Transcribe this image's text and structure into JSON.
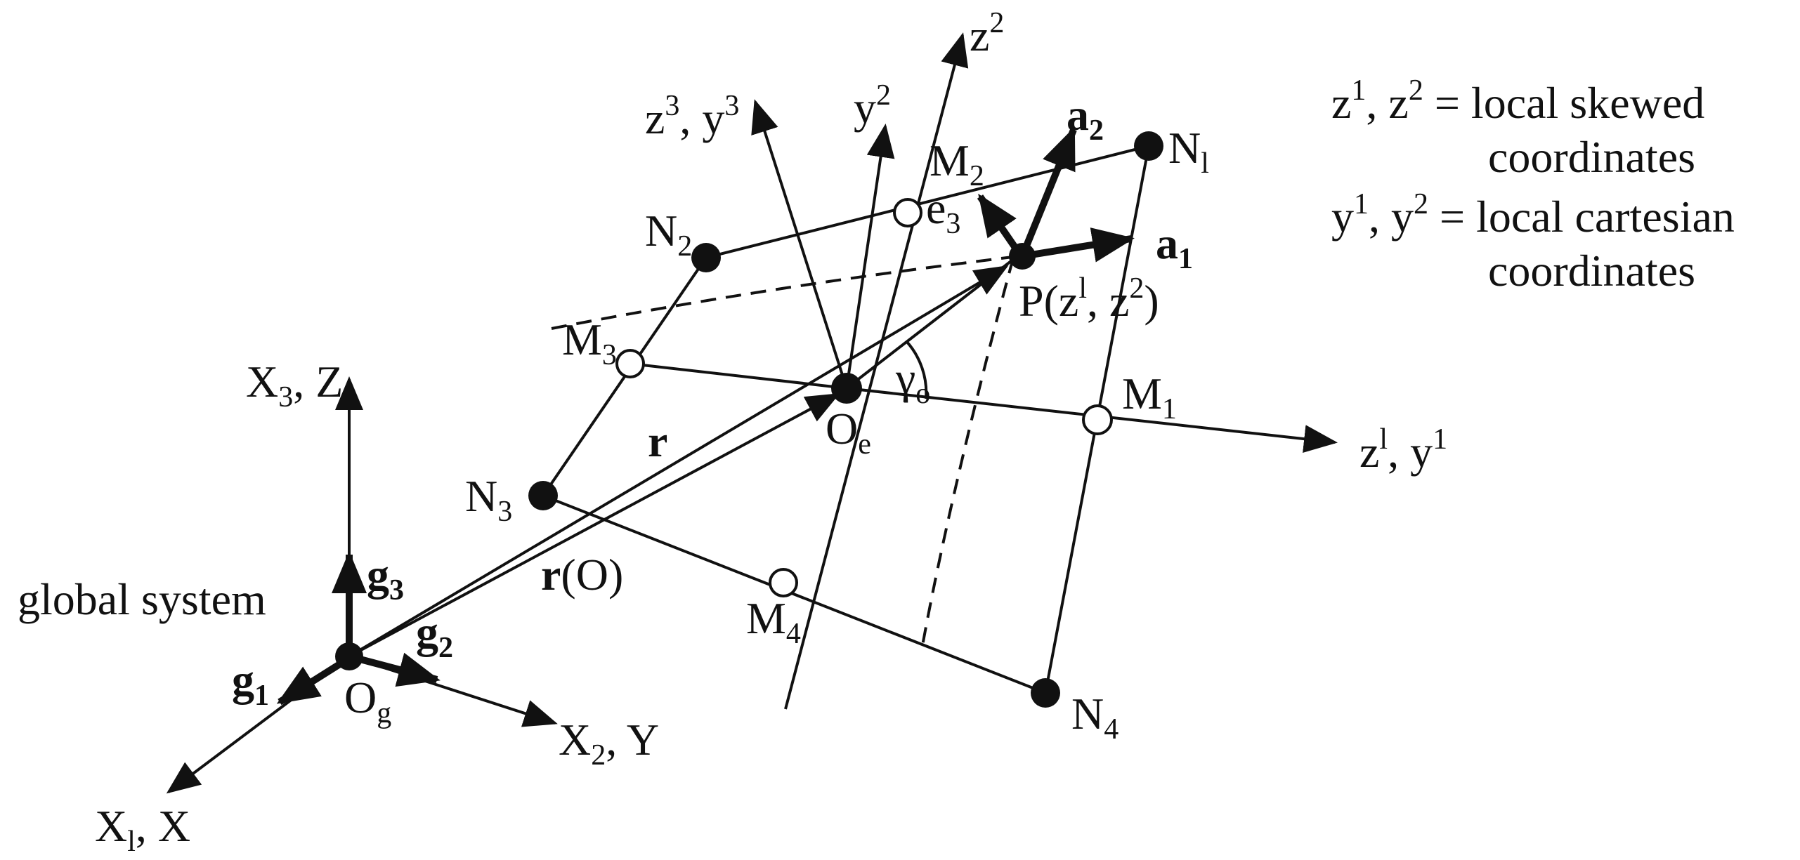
{
  "legend": {
    "line1_lhs_a": "z",
    "line1_lhs_a_sup": "1",
    "line1_sep": ", ",
    "line1_lhs_b": "z",
    "line1_lhs_b_sup": "2",
    "line1_eq": " = ",
    "line1_text": "local skewed",
    "line2_text": "coordinates",
    "line3_lhs_a": "y",
    "line3_lhs_a_sup": "1",
    "line3_sep": ", ",
    "line3_lhs_b": "y",
    "line3_lhs_b_sup": "2",
    "line3_eq": " = ",
    "line3_text": "local cartesian",
    "line4_text": "coordinates"
  },
  "global": {
    "title": "global system",
    "origin_main": "O",
    "origin_sub": "g",
    "axis_x3": "X",
    "axis_x3_sub": "3",
    "axis_x3_rest": ", Z",
    "axis_x2": "X",
    "axis_x2_sub": "2",
    "axis_x2_rest": ", Y",
    "axis_x1": "X",
    "axis_x1_sub": "l",
    "axis_x1_rest": ", X",
    "g1": "g",
    "g1_sub": "1",
    "g2": "g",
    "g2_sub": "2",
    "g3": "g",
    "g3_sub": "3"
  },
  "element": {
    "oe_main": "O",
    "oe_sub": "e",
    "r": "r",
    "rO_bold": "r",
    "rO_rest": "(O)",
    "gamma": "γ",
    "gamma_sub": "o",
    "p_label": "P(z",
    "p_sup1": "l",
    "p_mid": ", z",
    "p_sup2": "2",
    "p_end": ")",
    "a1": "a",
    "a1_sub": "1",
    "a2": "a",
    "a2_sub": "2",
    "e3": "e",
    "e3_sub": "3",
    "z3y3_a": "z",
    "z3y3_a_sup": "3",
    "z3y3_sep": ", y",
    "z3y3_b_sup": "3",
    "y2": "y",
    "y2_sup": "2",
    "z2": "z",
    "z2_sup": "2",
    "z1y1_a": "z",
    "z1y1_a_sup": "l",
    "z1y1_sep": ", y",
    "z1y1_b_sup": "1"
  },
  "nodes": {
    "n1": "N",
    "n1_sub": "l",
    "n2": "N",
    "n2_sub": "2",
    "n3": "N",
    "n3_sub": "3",
    "n4": "N",
    "n4_sub": "4"
  },
  "midnodes": {
    "m1": "M",
    "m1_sub": "1",
    "m2": "M",
    "m2_sub": "2",
    "m3": "M",
    "m3_sub": "3",
    "m4": "M",
    "m4_sub": "4"
  }
}
